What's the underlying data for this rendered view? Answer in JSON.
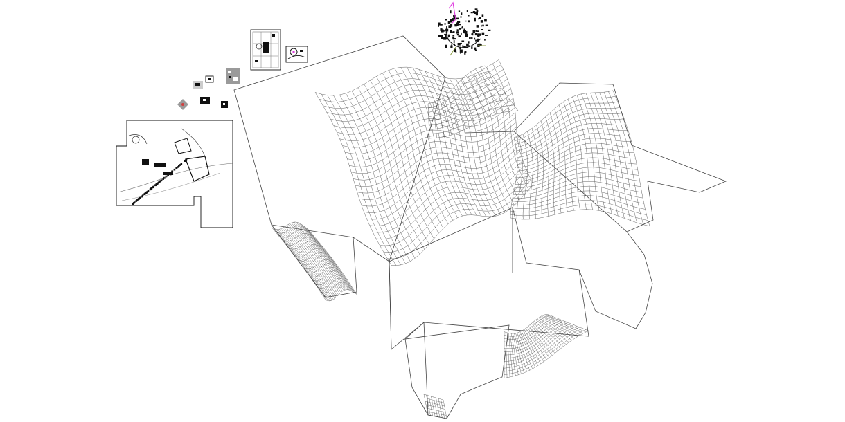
{
  "canvas": {
    "background": "#ffffff"
  },
  "colors": {
    "line": "#444444",
    "mesh": "#555555",
    "ink": "#111111",
    "accent_magenta": "#e040e0",
    "accent_olive": "#8a9a40",
    "thumb_gray": "#9a9a9a"
  },
  "objects": {
    "mesh_surfaces": [
      "terrain-mesh-main",
      "terrain-mesh-right",
      "terrain-mesh-bottom",
      "terrain-mesh-left"
    ],
    "thumbnails": [
      "site-plan-large",
      "plan-thumb-tall",
      "plan-thumb-round",
      "plan-thumb-cluster",
      "plan-thumb-gray",
      "plan-thumb-small-a",
      "plan-thumb-small-b",
      "plan-thumb-small-c",
      "plan-thumb-diamond"
    ]
  }
}
